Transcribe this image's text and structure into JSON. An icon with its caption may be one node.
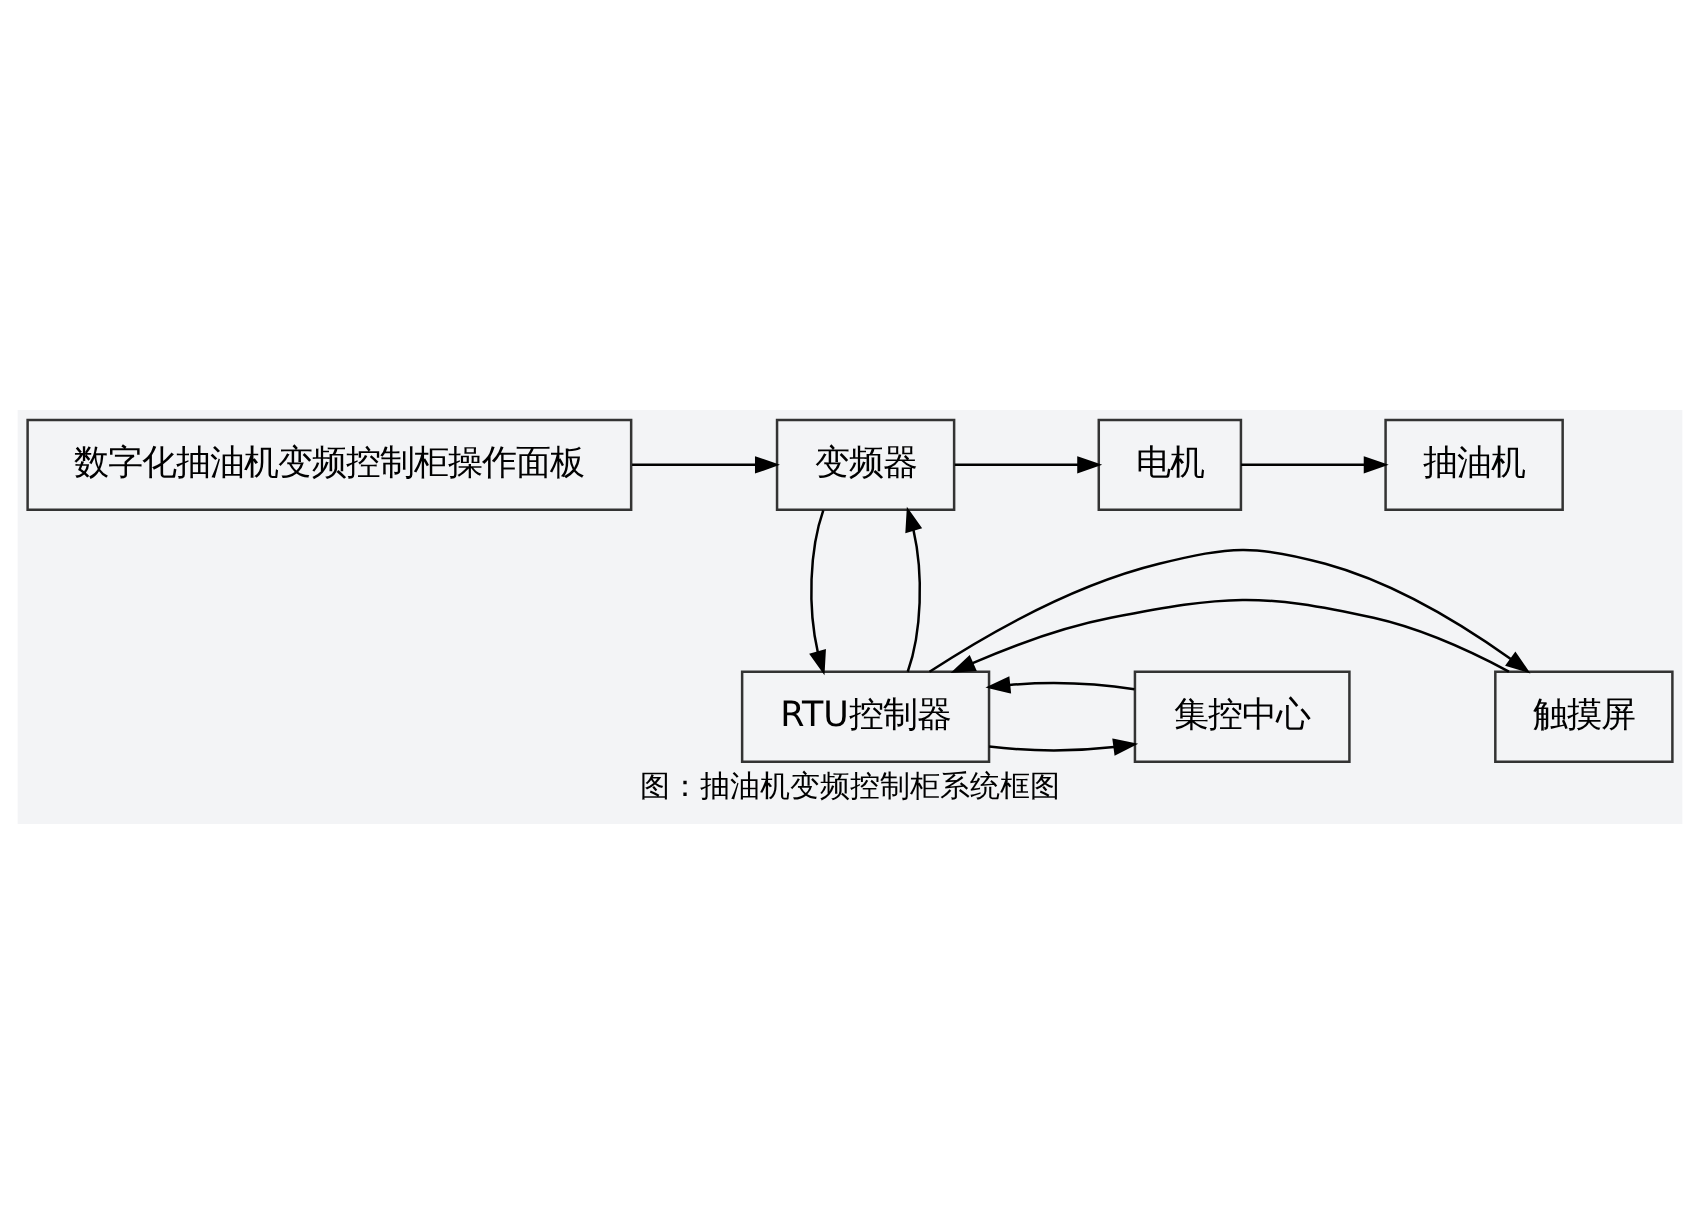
{
  "diagram": {
    "caption": "图：抽油机变频控制柜系统框图",
    "nodes": [
      {
        "text": [
          "数字化抽油机变频控制柜操作面板"
        ]
      },
      {
        "text": [
          "变频器"
        ]
      },
      {
        "text": [
          "电机"
        ]
      },
      {
        "text": [
          "抽油机"
        ]
      },
      {
        "text": [
          "触摸屏"
        ]
      },
      {
        "text": [
          "RTU控制器"
        ]
      },
      {
        "text": [
          "集控中心"
        ]
      }
    ],
    "edges": [
      {
        "from": 0,
        "to": 1,
        "arrow": "to"
      },
      {
        "from": 1,
        "to": 2,
        "arrow": "to"
      },
      {
        "from": 2,
        "to": 3,
        "arrow": "to"
      },
      {
        "from": 5,
        "to": 1,
        "arrow": "to"
      },
      {
        "from": 1,
        "to": 5,
        "arrow": "to"
      },
      {
        "from": 4,
        "to": 5,
        "arrow": "to"
      },
      {
        "from": 5,
        "to": 4,
        "arrow": "to"
      },
      {
        "from": 5,
        "to": 6,
        "arrow": "to"
      },
      {
        "from": 6,
        "to": 5,
        "arrow": "to"
      }
    ]
  }
}
